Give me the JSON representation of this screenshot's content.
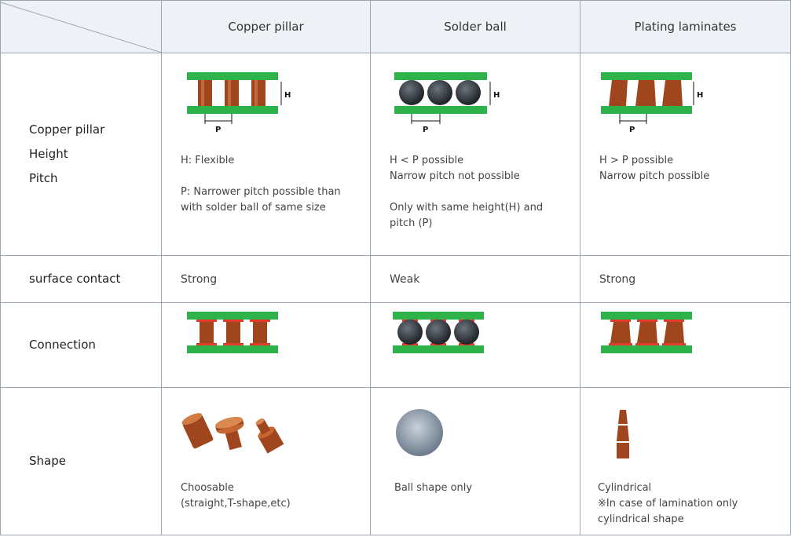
{
  "header": {
    "col1": "Copper pillar",
    "col2": "Solder ball",
    "col3": "Plating laminates"
  },
  "rows": {
    "pitch": {
      "labels": [
        "Copper pillar",
        "Height",
        "Pitch"
      ],
      "diagram_labels": {
        "h": "H",
        "p": "P"
      },
      "copper": {
        "line1": "H: Flexible",
        "line2": "P: Narrower pitch possible than",
        "line3": "with solder ball of same size"
      },
      "solder": {
        "line1": "H < P possible",
        "line2": "Narrow pitch not possible",
        "line3": "Only with same height(H) and",
        "line4": "pitch (P)"
      },
      "plating": {
        "line1": "H > P possible",
        "line2": "Narrow pitch possible"
      }
    },
    "surface": {
      "label": "surface contact",
      "copper": "Strong",
      "solder": "Weak",
      "plating": "Strong"
    },
    "connection": {
      "label": "Connection"
    },
    "shape": {
      "label": "Shape",
      "copper": {
        "line1": "Choosable",
        "line2": "(straight,T-shape,etc)"
      },
      "solder": {
        "line1": "Ball shape only"
      },
      "plating": {
        "line1": "Cylindrical",
        "line2": "※In case of lamination only",
        "line3": "cylindrical shape"
      }
    }
  },
  "colors": {
    "header_bg": "#eef2f7",
    "border": "#9aa7b3",
    "board_green": "#2db34a",
    "copper": "#a0461e",
    "solder_red": "#e53a2a",
    "ball_dark": "#3b4046"
  }
}
